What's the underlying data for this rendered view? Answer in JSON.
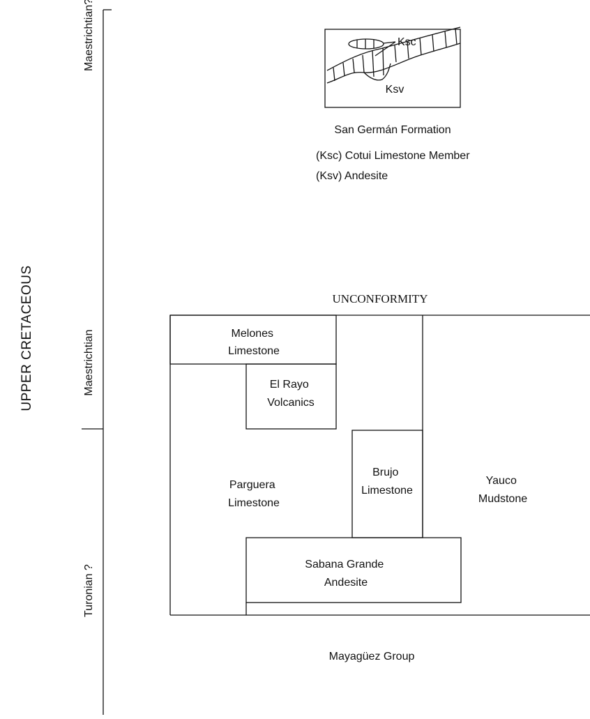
{
  "period_label": "UPPER CRETACEOUS",
  "stage_labels": {
    "upper": "Maestrichtian?",
    "middle": "Maestrichtian",
    "lower": "Turonian ?"
  },
  "san_german": {
    "inset_label_ksc": "Ksc",
    "inset_label_ksv": "Ksv",
    "title": "San Germán Formation",
    "legend_ksc": "(Ksc) Cotui Limestone Member",
    "legend_ksv": "(Ksv) Andesite"
  },
  "unconformity_label": "UNCONFORMITY",
  "units": {
    "melones": [
      "Melones",
      "Limestone"
    ],
    "el_rayo": [
      "El Rayo",
      "Volcanics"
    ],
    "parguera": [
      "Parguera",
      "Limestone"
    ],
    "brujo": [
      "Brujo",
      "Limestone"
    ],
    "yauco": [
      "Yauco",
      "Mudstone"
    ],
    "sabana_grande": [
      "Sabana Grande",
      "Andesite"
    ]
  },
  "group_label": "Mayagüez Group"
}
